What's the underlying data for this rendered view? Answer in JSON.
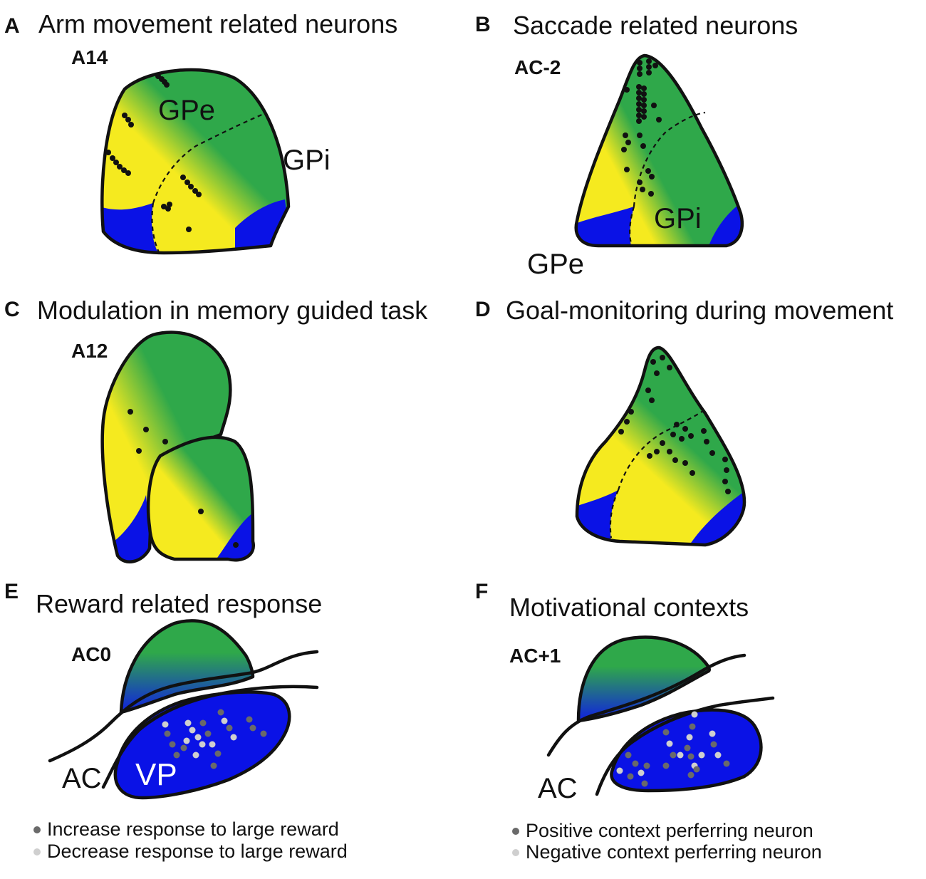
{
  "colors": {
    "green": "#2fa84a",
    "yellow": "#f5ea1f",
    "blue": "#0a12e6",
    "dot_dark": "#6a6a6a",
    "dot_light": "#cfcfcf",
    "dot_black": "#111111"
  },
  "panels": {
    "A": {
      "letter": "A",
      "title": "Arm movement related neurons",
      "section": "A14",
      "regions": [
        "GPe",
        "GPi"
      ]
    },
    "B": {
      "letter": "B",
      "title": "Saccade related neurons",
      "section": "AC-2",
      "regions": [
        "GPi",
        "GPe"
      ]
    },
    "C": {
      "letter": "C",
      "title": "Modulation in memory guided task",
      "section": "A12"
    },
    "D": {
      "letter": "D",
      "title": "Goal-monitoring during movement"
    },
    "E": {
      "letter": "E",
      "title": "Reward related response",
      "section": "AC0",
      "regions": [
        "VP",
        "AC"
      ],
      "legend": [
        "Increase response to large reward",
        "Decrease response to large reward"
      ]
    },
    "F": {
      "letter": "F",
      "title": "Motivational contexts",
      "section": "AC+1",
      "regions": [
        "AC"
      ],
      "legend": [
        "Positive context perferring neuron",
        "Negative context perferring neuron"
      ]
    }
  }
}
